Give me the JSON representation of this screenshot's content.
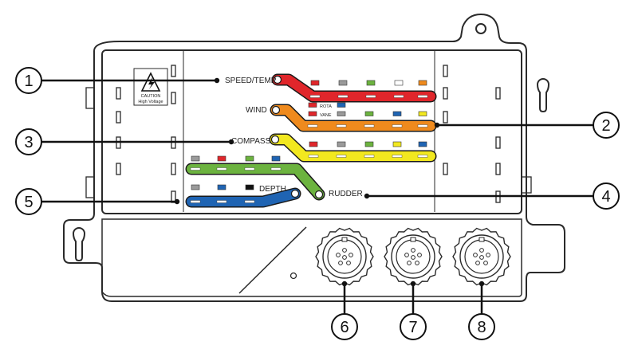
{
  "diagram": {
    "colors": {
      "red": "#e0262b",
      "orange": "#ef8a1d",
      "yellow": "#f2e81f",
      "green": "#6cb33f",
      "blue": "#1f64b3",
      "grey": "#9a9a9a",
      "white": "#ffffff",
      "black": "#111111",
      "outline": "#2a2a2a"
    },
    "cable_labels": {
      "speed_temp": "SPEED/TEMP",
      "wind": "WIND",
      "compass": "COMPASS",
      "depth": "DEPTH",
      "rudder": "RUDDER"
    },
    "wind_sub_labels": {
      "rota": "ROTA",
      "vane": "VANE"
    },
    "caution": {
      "line1": "CAUTION",
      "line2": "High Voltage"
    },
    "callouts": [
      "1",
      "2",
      "3",
      "4",
      "5",
      "6",
      "7",
      "8"
    ]
  }
}
